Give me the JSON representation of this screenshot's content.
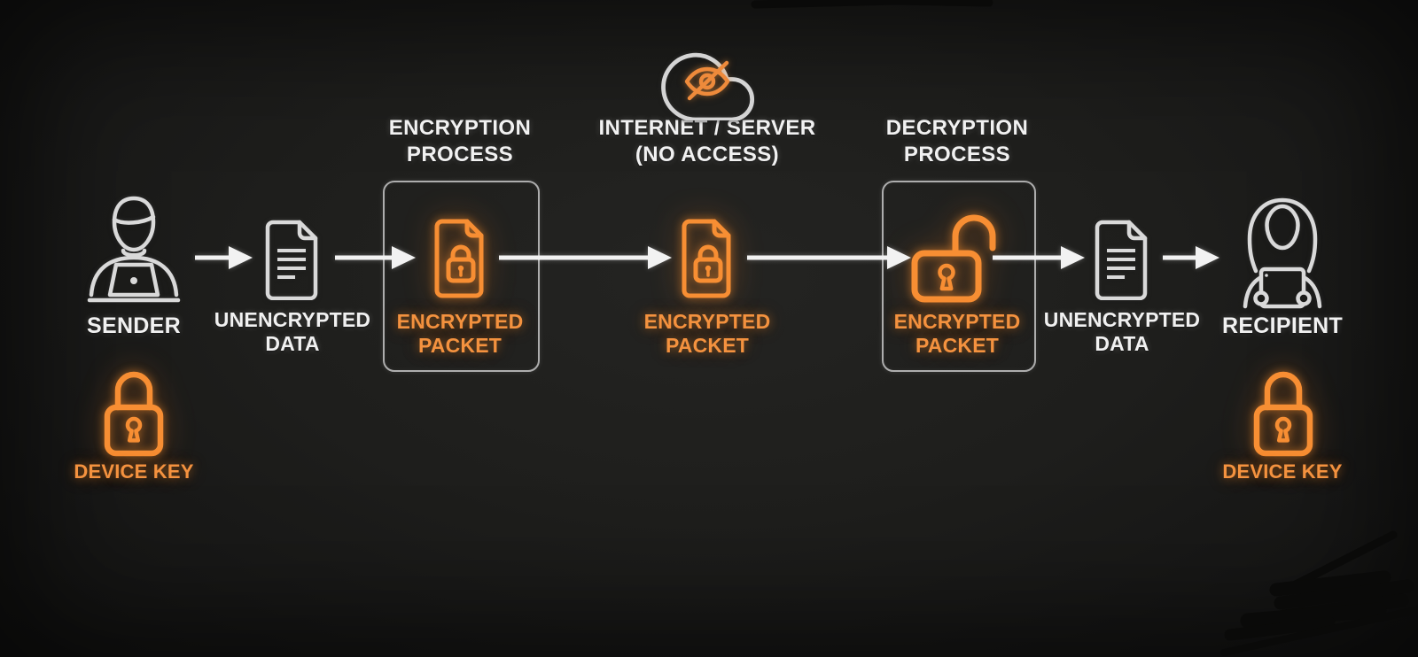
{
  "diagram": {
    "internet": {
      "line1": "INTERNET / SERVER",
      "line2": "(NO ACCESS)"
    },
    "encryption_process": {
      "line1": "ENCRYPTION",
      "line2": "PROCESS"
    },
    "decryption_process": {
      "line1": "DECRYPTION",
      "line2": "PROCESS"
    },
    "sender": {
      "label": "SENDER"
    },
    "recipient": {
      "label": "RECIPIENT"
    },
    "unencrypted_left": {
      "line1": "UNENCRYPTED",
      "line2": "DATA"
    },
    "unencrypted_right": {
      "line1": "UNENCRYPTED",
      "line2": "DATA"
    },
    "packet_encrypting": {
      "line1": "ENCRYPTED",
      "line2": "PACKET"
    },
    "packet_transit": {
      "line1": "ENCRYPTED",
      "line2": "PACKET"
    },
    "packet_decrypting": {
      "line1": "ENCRYPTED",
      "line2": "PACKET"
    },
    "device_key_sender": {
      "label": "DEVICE KEY"
    },
    "device_key_recipient": {
      "label": "DEVICE KEY"
    }
  },
  "colors": {
    "accent_orange": "#f78e33",
    "icon_gray": "#d9d9d9",
    "text_white": "#f1f1f1",
    "box_border": "#adadad",
    "background": "#1d1d1b",
    "scribble": "#0a0a09"
  }
}
